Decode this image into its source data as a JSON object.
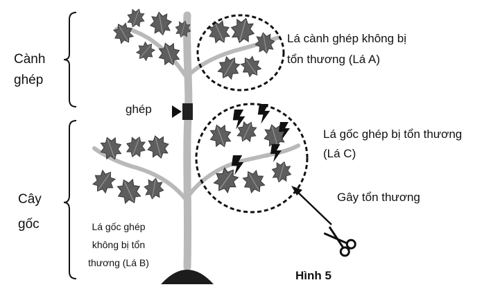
{
  "labels": {
    "scion_side_line1": "Cành",
    "scion_side_line2": "ghép",
    "rootstock_side_line1": "Cây",
    "rootstock_side_line2": "gốc",
    "graft_label": "ghép",
    "leaf_a_line1": "Lá cành ghép không bị",
    "leaf_a_line2": "tổn thương (Lá A)",
    "leaf_c_line1": "Lá gốc ghép bị tổn thương",
    "leaf_c_line2": "(Lá C)",
    "damage_label": "Gây tổn thương",
    "leaf_b_line1": "Lá gốc ghép",
    "leaf_b_line2": "không bị tổn",
    "leaf_b_line3": "thương (Lá B)",
    "figure_caption": "Hình 5"
  },
  "colors": {
    "stem": "#b9b9b9",
    "leaf": "#5e5e5e",
    "leaf_vein": "#3c3c3c",
    "outline": "#111111",
    "soil": "#1c1c1c"
  },
  "icons": [
    "scissors-icon",
    "lightning-bolt-icon"
  ]
}
